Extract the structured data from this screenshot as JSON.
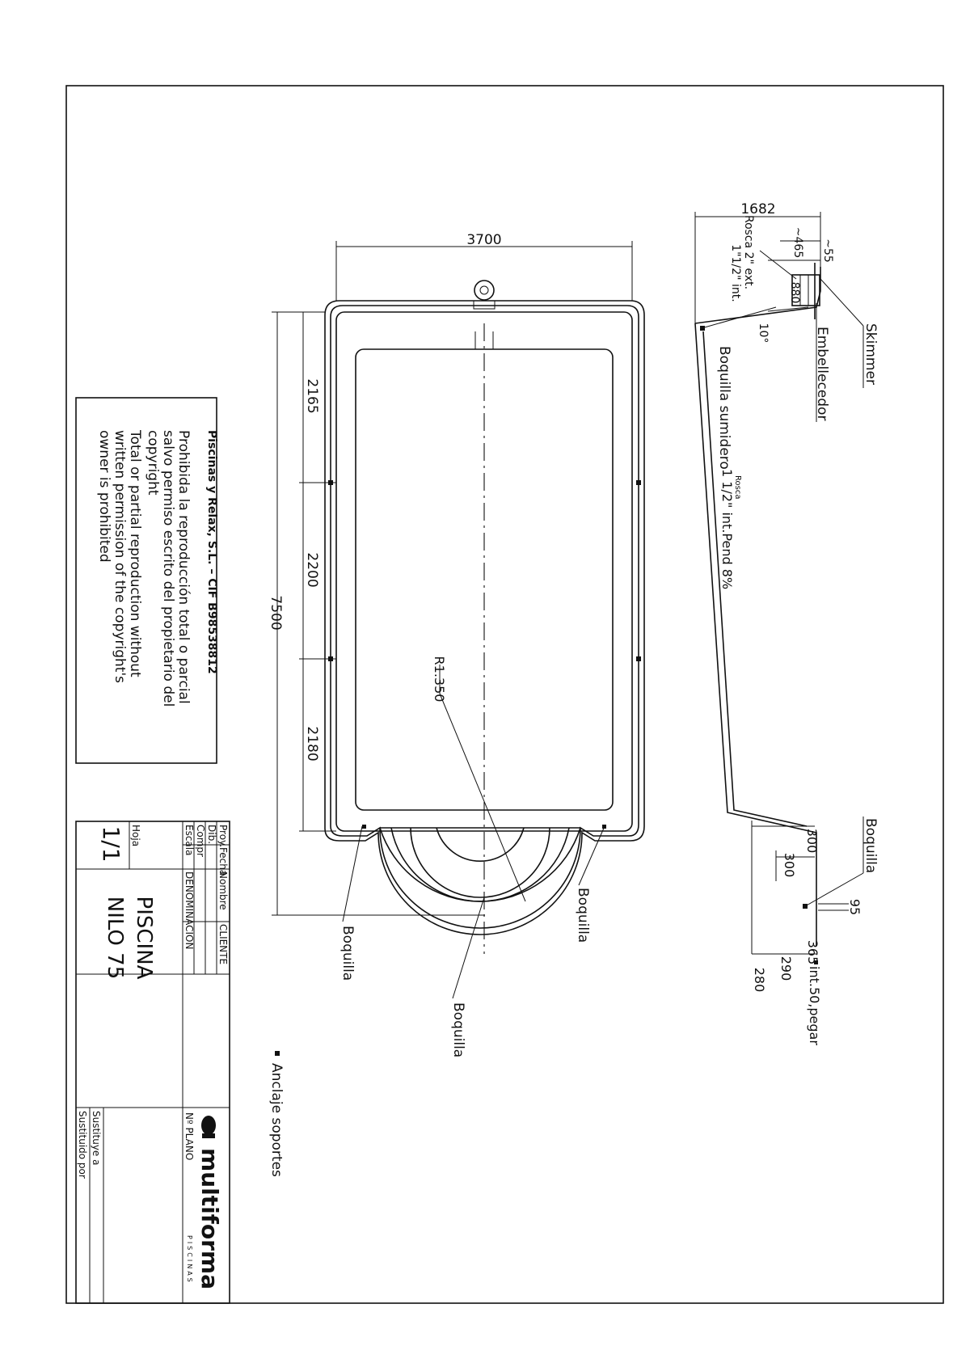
{
  "drawing": {
    "plan_dims": {
      "width": "3700",
      "length": "7500",
      "seg1": "2165",
      "seg2": "2200",
      "seg3": "2180",
      "radius": "R1.350"
    },
    "section_dims": {
      "depth_shallow": "1682",
      "d465": "~465",
      "d55": "~55",
      "d880": "880",
      "angle": "10°",
      "d300a": "300",
      "d300b": "300",
      "d95": "95",
      "d365": "365",
      "d290": "290",
      "d280": "280"
    },
    "labels": {
      "skimmer": "Skimmer",
      "embellecedor": "Embellecedor",
      "rosca_ext": "Rosca 2\" ext.",
      "rosca_int": "1\"1/2\" int.",
      "boquilla_sumidero": "Boquilla sumidero",
      "rosca_small": "Rosca",
      "sumidero_spec": "1 1/2\" int.Pend 8%",
      "boquilla": "Boquilla",
      "int_pegar": "int.50,pegar",
      "anclaje": "Anclaje soportes"
    }
  },
  "copyright": {
    "company": "Piscinas y Relax, S.L. – CIF B98538812",
    "es_line1": "Prohibida la reproducción total o parcial",
    "es_line2": "salvo permiso escrito del propietario del",
    "es_line3": "copyright",
    "en_line1": "Total or partial reproduction without",
    "en_line2": "written permission of the copyright's",
    "en_line3": "owner is prohibited"
  },
  "title_block": {
    "proy": "Proy.",
    "dib": "Dib.",
    "compr": "Compr",
    "escala": "Escala",
    "fecha": "Fecha",
    "nombre": "Nombre",
    "cliente": "CLIENTE",
    "denominacion": "DENOMINACION",
    "title": "PISCINA",
    "model": "NILO 75",
    "hoja": "Hoja",
    "sheet": "1/1",
    "n_plano": "Nº PLANO",
    "logo": "multiforma",
    "logo_sub": "PISCINAS",
    "sustituye": "Sustituye a",
    "sustituido": "Sustituido por"
  }
}
